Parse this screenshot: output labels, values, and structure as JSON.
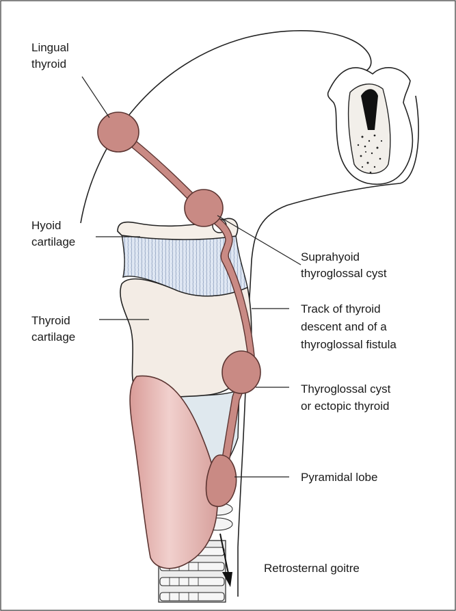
{
  "labels": {
    "lingual_1": "Lingual",
    "lingual_2": "thyroid",
    "hyoid_1": "Hyoid",
    "hyoid_2": "cartilage",
    "thyroid_cart_1": "Thyroid",
    "thyroid_cart_2": "cartilage",
    "suprahyoid_1": "Suprahyoid",
    "suprahyoid_2": "thyroglossal cyst",
    "track_1": "Track of thyroid",
    "track_2": "descent and of a",
    "track_3": "thyroglossal fistula",
    "cyst_1": "Thyroglossal cyst",
    "cyst_2": "or ectopic thyroid",
    "pyramidal": "Pyramidal lobe",
    "retrosternal": "Retrosternal goitre"
  },
  "colors": {
    "cyst_fill": "#c98a84",
    "cyst_stroke": "#5b3431",
    "hyoid_membrane": "#dde6f2",
    "cartilage": "#f2ebe4",
    "thyroid_gland": "#e6b4b0",
    "trachea": "#e8e8e8"
  }
}
